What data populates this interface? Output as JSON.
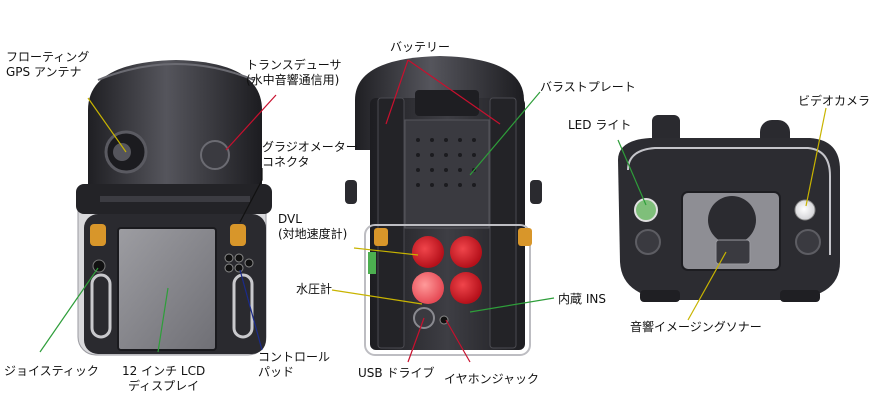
{
  "labels": {
    "floating_gps": [
      "フローティング",
      "GPS アンテナ"
    ],
    "transducer": [
      "トランスデューサ",
      "(水中音響通信用)"
    ],
    "gradiometer": [
      "グラジオメーター",
      "コネクタ"
    ],
    "dvl": [
      "DVL",
      "(対地速度計)"
    ],
    "joystick": "ジョイスティック",
    "lcd": [
      "12 インチ LCD",
      "ディスプレイ"
    ],
    "control_pad": [
      "コントロール",
      "パッド"
    ],
    "battery": "バッテリー",
    "ballast_plate": "バラストプレート",
    "pressure_sensor": "水圧計",
    "usb_drive": "USB ドライブ",
    "earphone_jack": "イヤホンジャック",
    "ins": "内蔵 INS",
    "led_light": "LED ライト",
    "video_camera": "ビデオカメラ",
    "sonar": "音響イメージングソナー"
  },
  "colors": {
    "leader_yellow": "#c8b400",
    "leader_red": "#c8102e",
    "leader_green": "#2e9e3a",
    "leader_blue": "#1a2a8c",
    "body_dark": "#2b2b2f",
    "body_mid": "#4a4a50",
    "accent_orange": "#d8962a",
    "accent_red": "#d8202a"
  }
}
